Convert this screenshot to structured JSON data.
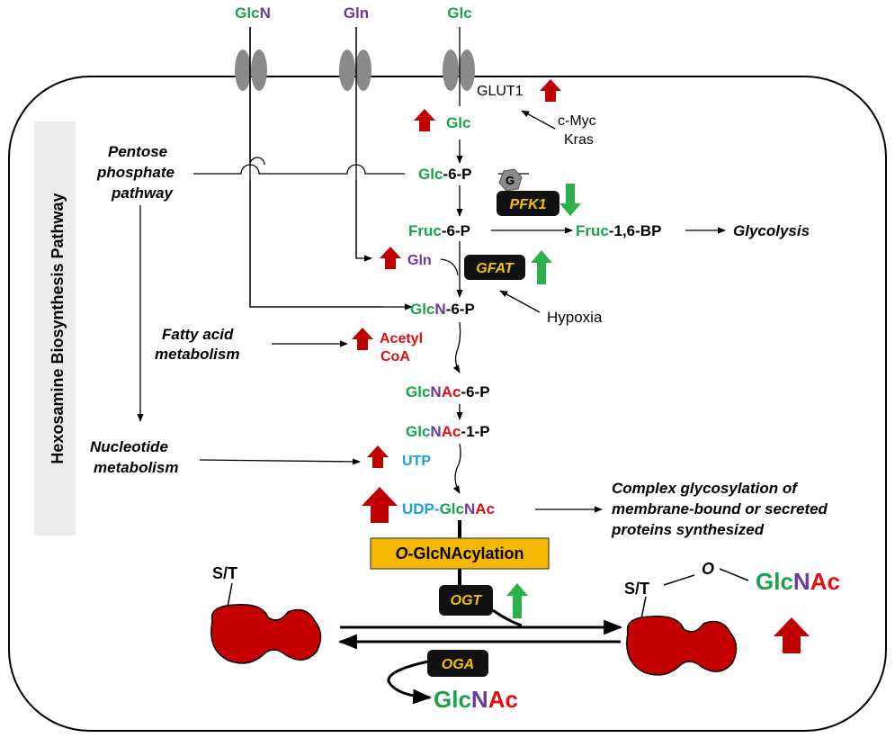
{
  "colors": {
    "glucose_green": "#1aa34a",
    "nitrogen_purple": "#6a3aa0",
    "acetyl_red": "#e00e0e",
    "utp_blue": "#1aa0e0",
    "up_arrow_red": "#c00000",
    "indicator_green": "#2bb24c",
    "enzyme_box": "#111111",
    "enzyme_text": "#f2c200",
    "oglcnacylation_box": "#f5b800",
    "protein_red": "#c40000",
    "transporter_gray": "#8a8a8a"
  },
  "side_label": "Hexosamine Biosynthesis Pathway",
  "inputs": {
    "glcn": {
      "part1": "Glc",
      "part2": "N"
    },
    "gln": "Gln",
    "glc": "Glc"
  },
  "transporter": "GLUT1",
  "regulators": {
    "cmyc": "c-Myc",
    "kras": "Kras",
    "hypoxia": "Hypoxia"
  },
  "metabolites": {
    "glc": "Glc",
    "glc6p": {
      "a": "Glc",
      "b": "-6-P"
    },
    "fruc6p": {
      "a": "Fruc",
      "b": "-6-P"
    },
    "fruc16bp": {
      "a": "Fruc",
      "b": "-1,6-BP"
    },
    "gln": "Gln",
    "glcn6p": {
      "a": "Glc",
      "b": "N",
      "c": "-6-P"
    },
    "acetyl": "Acetyl",
    "coa": "CoA",
    "glcnac6p": {
      "a": "Glc",
      "b": "N",
      "c": "Ac",
      "d": "-6-P"
    },
    "glcnac1p": {
      "a": "Glc",
      "b": "N",
      "c": "Ac",
      "d": "-1-P"
    },
    "utp": "UTP",
    "udpglcnac": {
      "a": "UDP-",
      "b": "Glc",
      "c": "N",
      "d": "Ac"
    }
  },
  "enzymes": {
    "pfk1": "PFK1",
    "gfat": "GFAT",
    "ogt": "OGT",
    "oga": "OGA",
    "g_badge": "G"
  },
  "side_pathways": {
    "pentose": [
      "Pentose",
      "phosphate",
      "pathway"
    ],
    "fatty": [
      "Fatty acid",
      "metabolism"
    ],
    "nucleotide": [
      "Nucleotide",
      "metabolism"
    ]
  },
  "glycolysis": "Glycolysis",
  "complex_glycosylation": [
    "Complex glycosylation of",
    "membrane-bound or secreted",
    "proteins synthesized"
  ],
  "oglcnacylation": {
    "o": "O",
    "rest": "-GlcNAcylation"
  },
  "protein": {
    "st_left": "S/T",
    "st_right": "S/T",
    "o_link": "O"
  },
  "glcnac_product": {
    "a": "Glc",
    "b": "N",
    "c": "Ac"
  },
  "glcnac_released": {
    "a": "Glc",
    "b": "N",
    "c": "Ac"
  }
}
